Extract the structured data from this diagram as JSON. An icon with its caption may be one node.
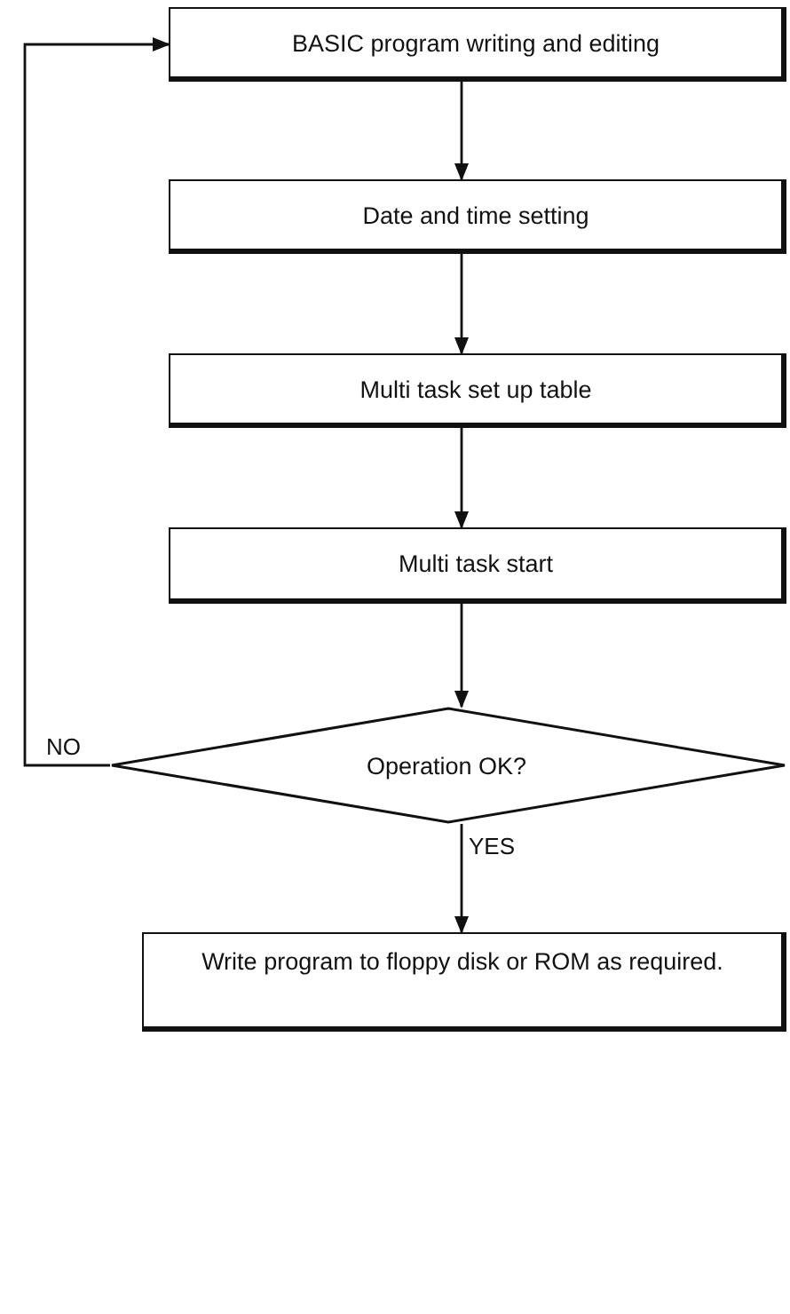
{
  "diagram": {
    "nodes": [
      {
        "text": [
          "BASIC program writing and editing"
        ]
      },
      {
        "text": [
          "Date and time setting"
        ]
      },
      {
        "text": [
          "Multi task set up table"
        ]
      },
      {
        "text": [
          "Multi task start"
        ]
      },
      {
        "text": [
          "Operation OK?"
        ]
      },
      {
        "text": [
          "Write program to floppy disk or ROM as required."
        ]
      }
    ],
    "edges": [
      {
        "from": 0,
        "to": 1,
        "arrow": "to"
      },
      {
        "from": 1,
        "to": 2,
        "arrow": "to"
      },
      {
        "from": 2,
        "to": 3,
        "arrow": "to"
      },
      {
        "from": 3,
        "to": 4,
        "arrow": "to"
      },
      {
        "from": 4,
        "to": 5,
        "arrow": "to",
        "label": "YES"
      },
      {
        "from": 4,
        "to": 0,
        "arrow": "to",
        "label": "NO"
      }
    ]
  }
}
